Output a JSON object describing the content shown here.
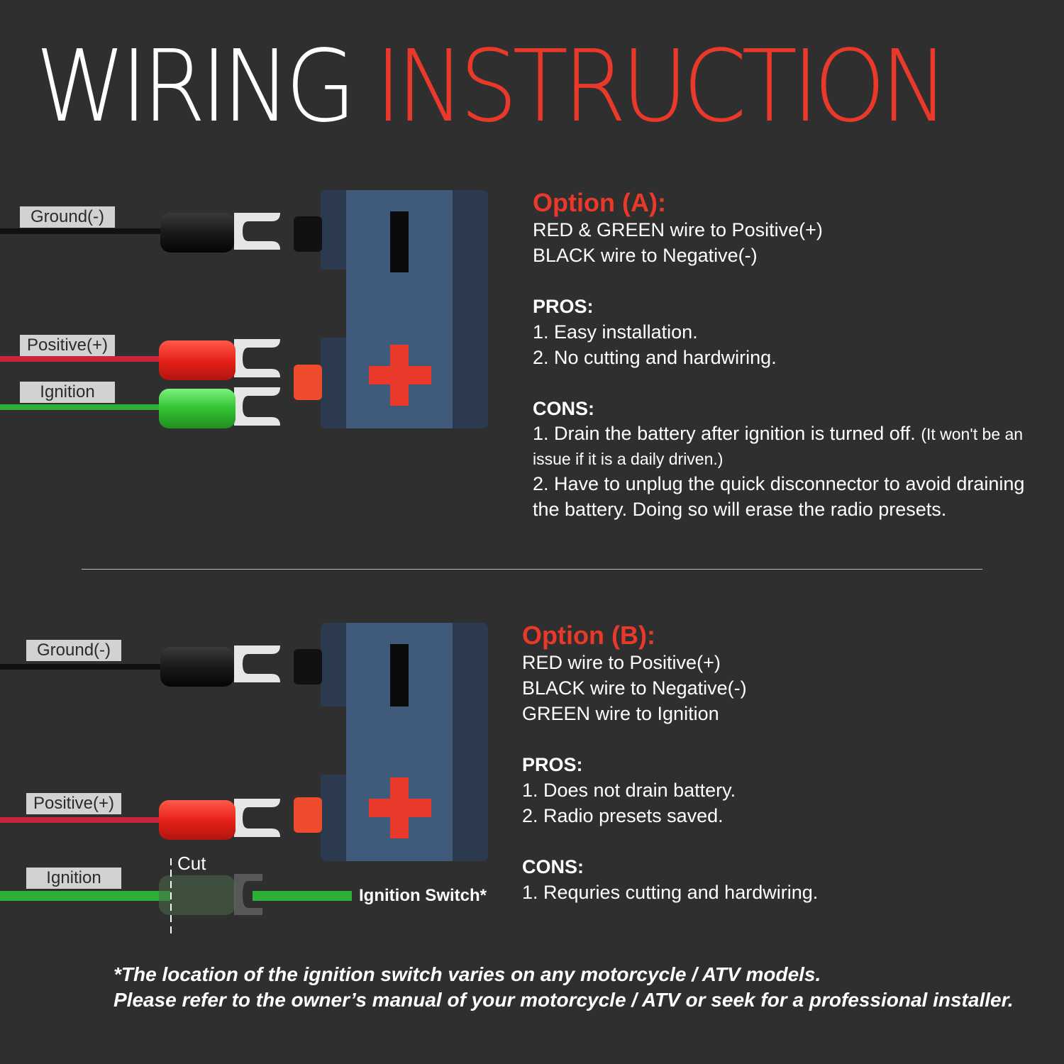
{
  "title": {
    "word1": "WIRING",
    "word2": "INSTRUCTION"
  },
  "diagram_a": {
    "labels": {
      "ground": "Ground(-)",
      "positive": "Positive(+)",
      "ignition": "Ignition"
    }
  },
  "diagram_b": {
    "labels": {
      "ground": "Ground(-)",
      "positive": "Positive(+)",
      "ignition": "Ignition"
    },
    "cut_label": "Cut",
    "switch_label": "Ignition Switch*"
  },
  "option_a": {
    "title": "Option (A):",
    "lines": [
      "RED & GREEN wire to Positive(+)",
      "BLACK wire to Negative(-)"
    ],
    "pros_heading": "PROS:",
    "pros": [
      "1. Easy installation.",
      "2. No cutting and hardwiring."
    ],
    "cons_heading": "CONS:",
    "cons1": "1. Drain the battery after ignition is turned off.",
    "cons1_note": "(It won't be an issue if it is a daily driven.)",
    "cons2": "2. Have to unplug the quick disconnector to avoid draining the battery. Doing so will erase the radio presets."
  },
  "option_b": {
    "title": "Option (B):",
    "lines": [
      "RED wire to Positive(+)",
      "BLACK wire to Negative(-)",
      "GREEN wire to Ignition"
    ],
    "pros_heading": "PROS:",
    "pros": [
      "1. Does not drain battery.",
      "2. Radio presets saved."
    ],
    "cons_heading": "CONS:",
    "cons": [
      "1. Requries cutting and hardwiring."
    ]
  },
  "footnote": {
    "line1": "*The location of the ignition switch varies on any motorcycle / ATV models.",
    "line2": "Please refer to the owner’s manual of your motorcycle / ATV or seek for a professional installer."
  },
  "colors": {
    "accent": "#e8392a",
    "battery_body": "#3f5a7b",
    "battery_dark": "#2b3a4f",
    "wire_black": "#111111",
    "wire_red": "#c8243a",
    "wire_green": "#2db03a"
  },
  "icons": [
    "battery-icon",
    "ring-terminal-icon",
    "minus-icon",
    "plus-icon"
  ]
}
